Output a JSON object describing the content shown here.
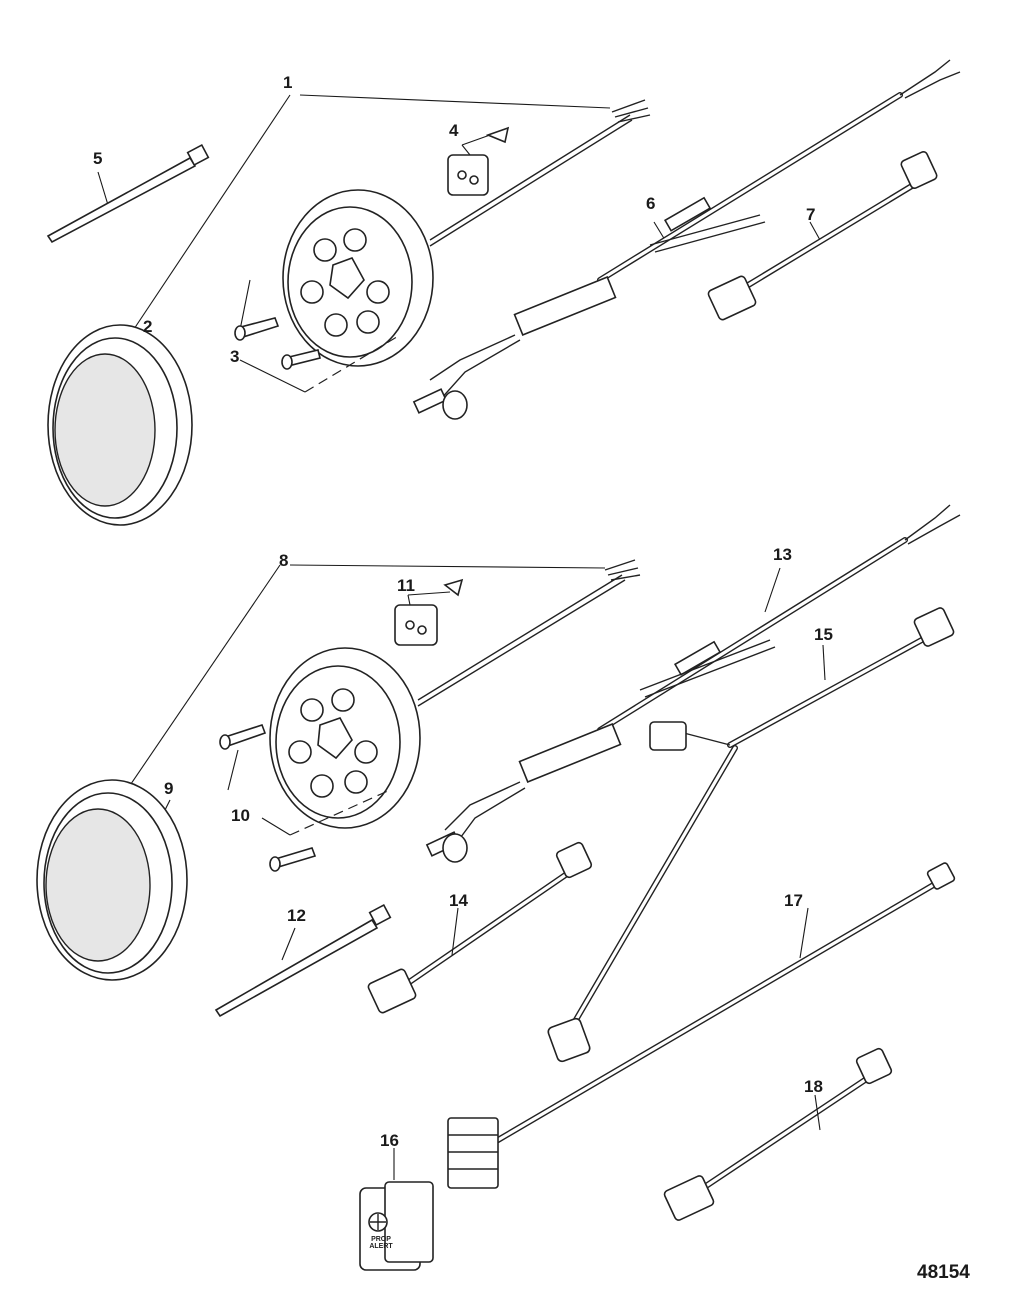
{
  "callouts": {
    "c1": "1",
    "c2": "2",
    "c3": "3",
    "c4": "4",
    "c5": "5",
    "c6": "6",
    "c7": "7",
    "c8": "8",
    "c9": "9",
    "c10": "10",
    "c11": "11",
    "c12": "12",
    "c13": "13",
    "c14": "14",
    "c15": "15",
    "c16": "16",
    "c17": "17",
    "c18": "18"
  },
  "figure_number": "48154",
  "switch_legend": "PROP ALERT"
}
